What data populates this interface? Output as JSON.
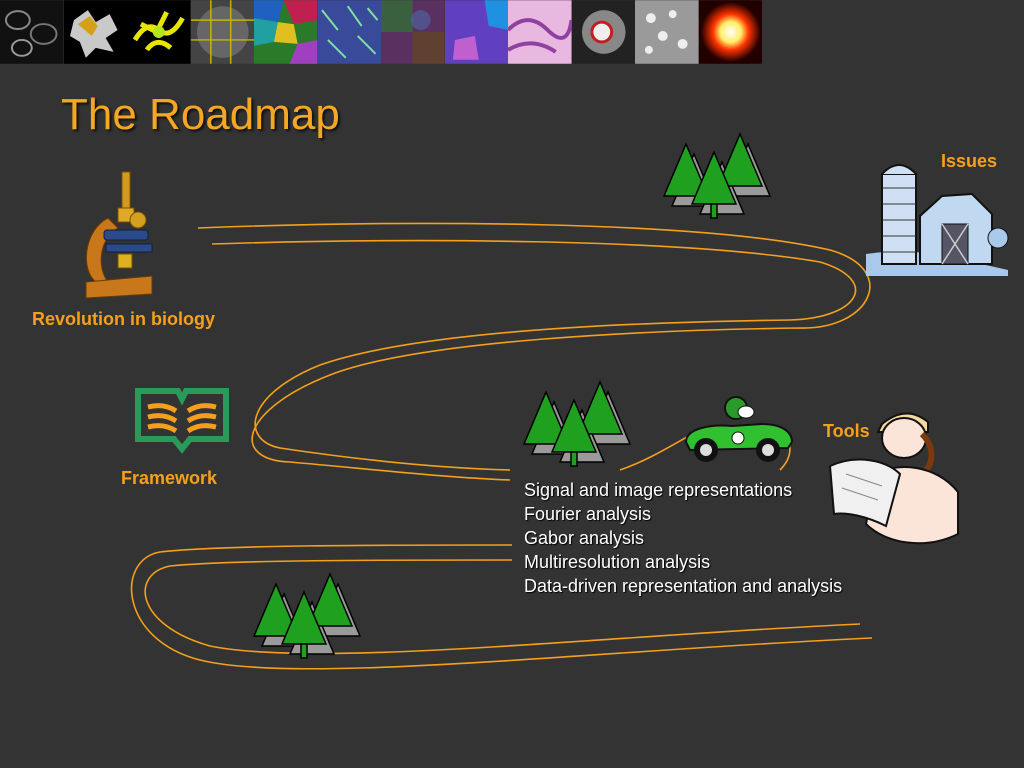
{
  "slide": {
    "title": "The Roadmap",
    "labels": {
      "biology": "Revolution in biology",
      "framework": "Framework",
      "issues": "Issues",
      "tools": "Tools"
    },
    "tools_items": [
      "Signal and image representations",
      "Fourier analysis",
      "Gabor analysis",
      "Multiresolution analysis",
      "Data-driven representation and analysis"
    ]
  },
  "colors": {
    "background": "#333333",
    "accent": "#f5a623",
    "road": "#f5a01a",
    "tree": "#1fa01f"
  },
  "icons": [
    "microscope-icon",
    "open-book-icon",
    "barn-silo-icon",
    "race-car-icon",
    "engineer-with-blueprint-icon",
    "pine-trees-icon"
  ]
}
